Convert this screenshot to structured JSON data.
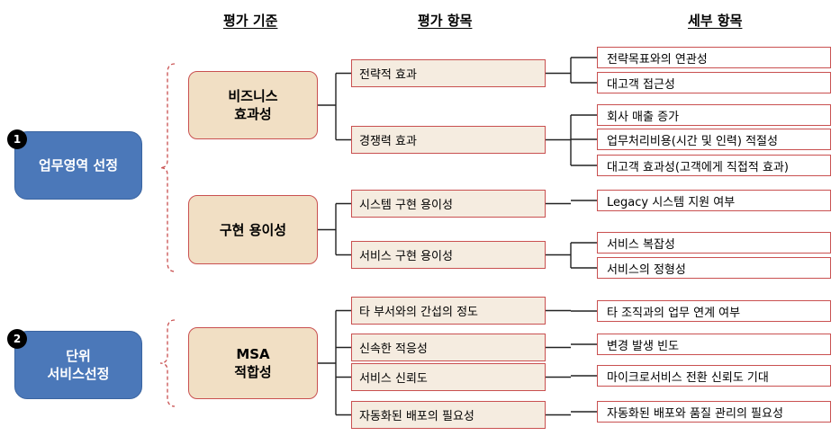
{
  "headers": {
    "criteria": "평가 기준",
    "items": "평가 항목",
    "details": "세부 항목"
  },
  "stages": [
    {
      "number": "1",
      "label": "업무영역 선정",
      "criteria": [
        {
          "label": "비즈니스\n효과성",
          "items": [
            {
              "label": "전략적 효과",
              "details": [
                "전략목표와의 연관성",
                "대고객 접근성"
              ]
            },
            {
              "label": "경쟁력 효과",
              "details": [
                "회사 매출 증가",
                "업무처리비용(시간 및 인력) 적절성",
                "대고객 효과성(고객에게 직접적 효과)"
              ]
            }
          ]
        },
        {
          "label": "구현 용이성",
          "items": [
            {
              "label": "시스템 구현 용이성",
              "details": [
                "Legacy 시스템 지원 여부"
              ]
            },
            {
              "label": "서비스 구현 용이성",
              "details": [
                "서비스 복잡성",
                "서비스의 정형성"
              ]
            }
          ]
        }
      ]
    },
    {
      "number": "2",
      "label": "단위\n서비스선정",
      "criteria": [
        {
          "label": "MSA\n적합성",
          "items": [
            {
              "label": "타 부서와의 간섭의 정도",
              "details": [
                "타 조직과의 업무 연계 여부"
              ]
            },
            {
              "label": "신속한 적응성",
              "details": [
                "변경 발생 빈도"
              ]
            },
            {
              "label": "서비스 신뢰도",
              "details": [
                "마이크로서비스 전환 신뢰도 기대"
              ]
            },
            {
              "label": "자동화된 배포의 필요성",
              "details": [
                "자동화된 배포와 품질 관리의 필요성"
              ]
            }
          ]
        }
      ]
    }
  ],
  "colors": {
    "stage_fill": "#4b78b9",
    "criteria_fill": "#f1dfc4",
    "item_fill": "#f5ece0",
    "box_border": "#c95050",
    "connector": "#222222"
  }
}
